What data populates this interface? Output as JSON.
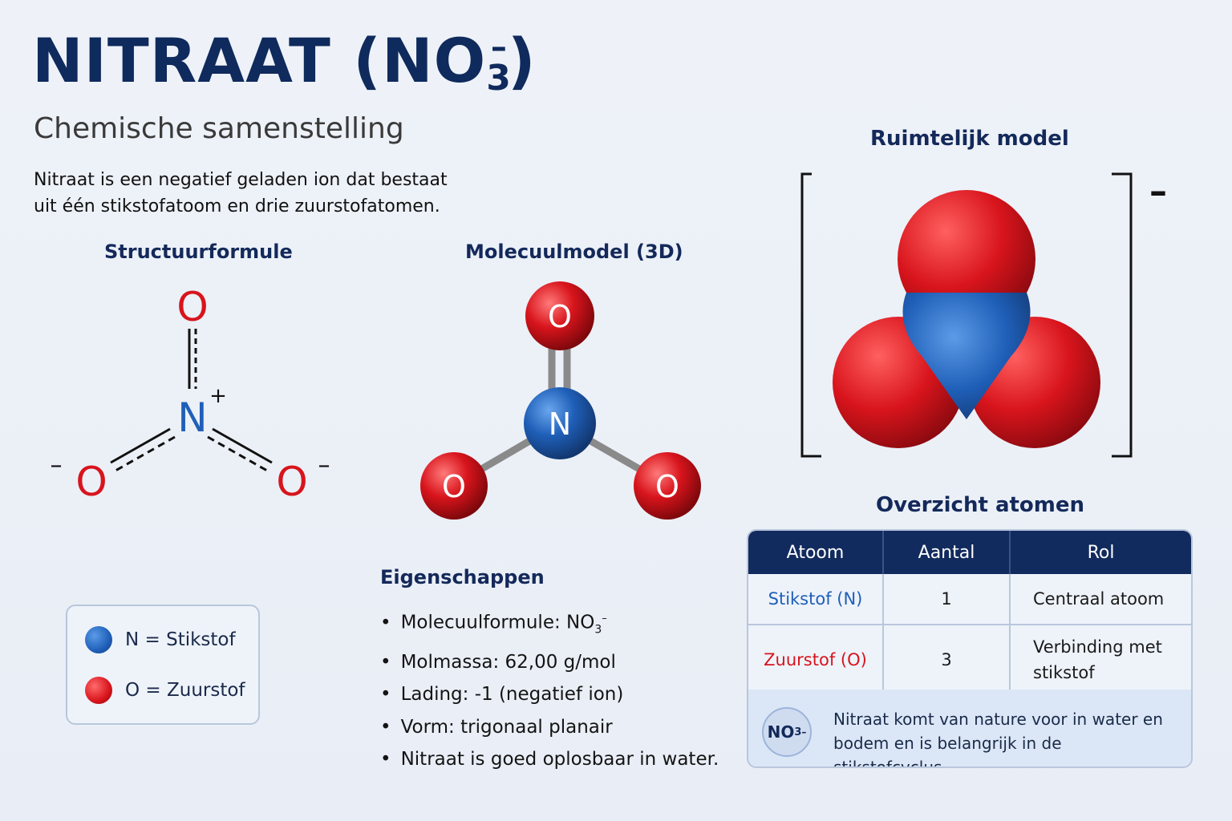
{
  "header": {
    "title_main": "NITRAAT (NO",
    "title_sub": "3",
    "title_sup": "–",
    "title_end": ")",
    "subtitle": "Chemische samenstelling",
    "intro_line1": "Nitraat is een negatief geladen ion dat bestaat",
    "intro_line2": "uit één stikstofatoom en drie zuurstofatomen."
  },
  "structure": {
    "heading": "Structuurformule",
    "atom_o": "O",
    "atom_n": "N",
    "plus": "+",
    "minus": "–"
  },
  "molecule3d": {
    "heading": "Molecuulmodel (3D)",
    "atom_o": "O",
    "atom_n": "N"
  },
  "space_model": {
    "heading": "Ruimtelijk model",
    "charge": "–"
  },
  "legend": {
    "n_label": "N = Stikstof",
    "o_label": "O = Zuurstof"
  },
  "properties": {
    "heading": "Eigenschappen",
    "formula_prefix": "Molecuulformule: NO",
    "formula_sub": "3",
    "formula_sup": "–",
    "items": [
      "Molmassa: 62,00 g/mol",
      "Lading: -1 (negatief ion)",
      "Vorm: trigonaal planair",
      "Nitraat is goed oplosbaar in water."
    ]
  },
  "overview": {
    "heading": "Overzicht atomen",
    "columns": [
      "Atoom",
      "Aantal",
      "Rol"
    ],
    "rows": [
      {
        "atom": "Stikstof (N)",
        "count": "1",
        "role": "Centraal atoom"
      },
      {
        "atom": "Zuurstof (O)",
        "count": "3",
        "role": "Verbinding met stikstof"
      }
    ],
    "note_badge": "NO",
    "note_badge_sub": "3",
    "note_badge_sup": "–",
    "note_text": "Nitraat komt van nature voor in water en bodem en is belangrijk in de stikstofcyclus."
  },
  "colors": {
    "nitrogen": "#1f5fb8",
    "oxygen": "#d8141c",
    "navy": "#122b5e"
  }
}
